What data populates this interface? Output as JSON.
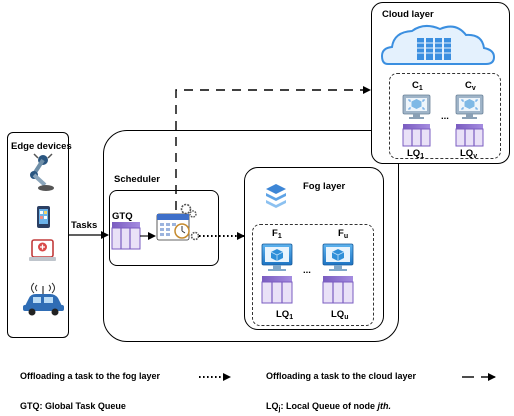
{
  "edge": {
    "title": "Edge devices"
  },
  "tasks_label": "Tasks",
  "scheduler": {
    "title": "Scheduler",
    "gtq": "GTQ"
  },
  "fog": {
    "title": "Fog layer",
    "nodes": [
      {
        "name": "F",
        "sub": "1",
        "queue": "LQ",
        "queue_sub": "1"
      },
      {
        "name": "F",
        "sub": "u",
        "queue": "LQ",
        "queue_sub": "u"
      }
    ],
    "ellipsis": "..."
  },
  "cloud": {
    "title": "Cloud layer",
    "nodes": [
      {
        "name": "C",
        "sub": "1",
        "queue": "LQ",
        "queue_sub": "1"
      },
      {
        "name": "C",
        "sub": "v",
        "queue": "LQ",
        "queue_sub": "v"
      }
    ],
    "ellipsis": "..."
  },
  "legend": {
    "fog_offload": "Offloading a task to the fog layer",
    "cloud_offload": "Offloading a task to the cloud layer",
    "gtq_def": "GTQ: Global Task Queue",
    "lq_def_prefix": "LQ",
    "lq_def_sub": "j",
    "lq_def_mid": ": Local Queue of node ",
    "lq_def_em": "jth."
  },
  "colors": {
    "queue_purple": "#8b6fc7",
    "queue_light": "#e4dbf5",
    "node_blue": "#2f8fd8",
    "cloud_blue": "#3b8fe0"
  }
}
